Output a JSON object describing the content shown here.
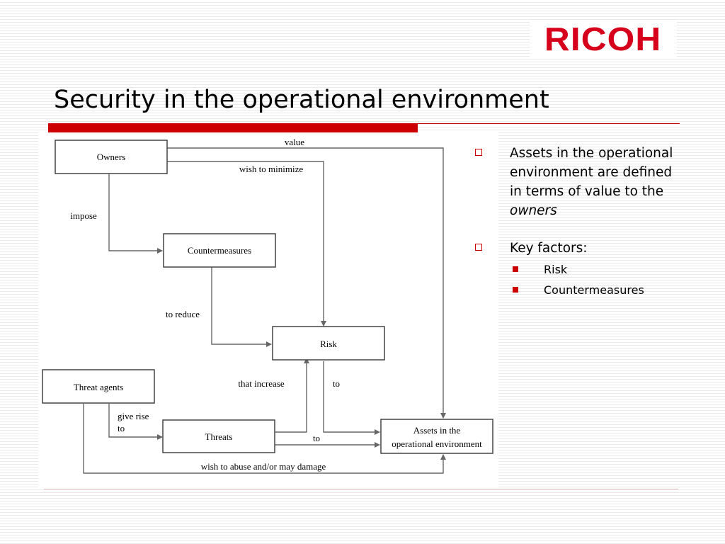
{
  "logo": {
    "text": "RICOH"
  },
  "slide": {
    "title": "Security in the operational environment"
  },
  "colors": {
    "accent": "#cc0000",
    "logo": "#d6001c"
  },
  "diagram": {
    "nodes": {
      "owners": "Owners",
      "countermeasures": "Countermeasures",
      "risk": "Risk",
      "threat_agents": "Threat agents",
      "threats": "Threats",
      "assets_line1": "Assets in the",
      "assets_line2": "operational environment"
    },
    "edges": {
      "value": "value",
      "wish_to_minimize": "wish to minimize",
      "impose": "impose",
      "to_reduce": "to reduce",
      "that_increase": "that increase",
      "to_risk_assets": "to",
      "give_rise_line1": "give rise",
      "give_rise_line2": "to",
      "to_threats_assets": "to",
      "wish_to_abuse": "wish to abuse and/or may damage"
    }
  },
  "bullets": [
    {
      "text": "Assets in the operational environment are defined in terms of value to the ",
      "emphasis": "owners"
    },
    {
      "text": "Key factors:",
      "subitems": [
        "Risk",
        "Countermeasures"
      ]
    }
  ]
}
